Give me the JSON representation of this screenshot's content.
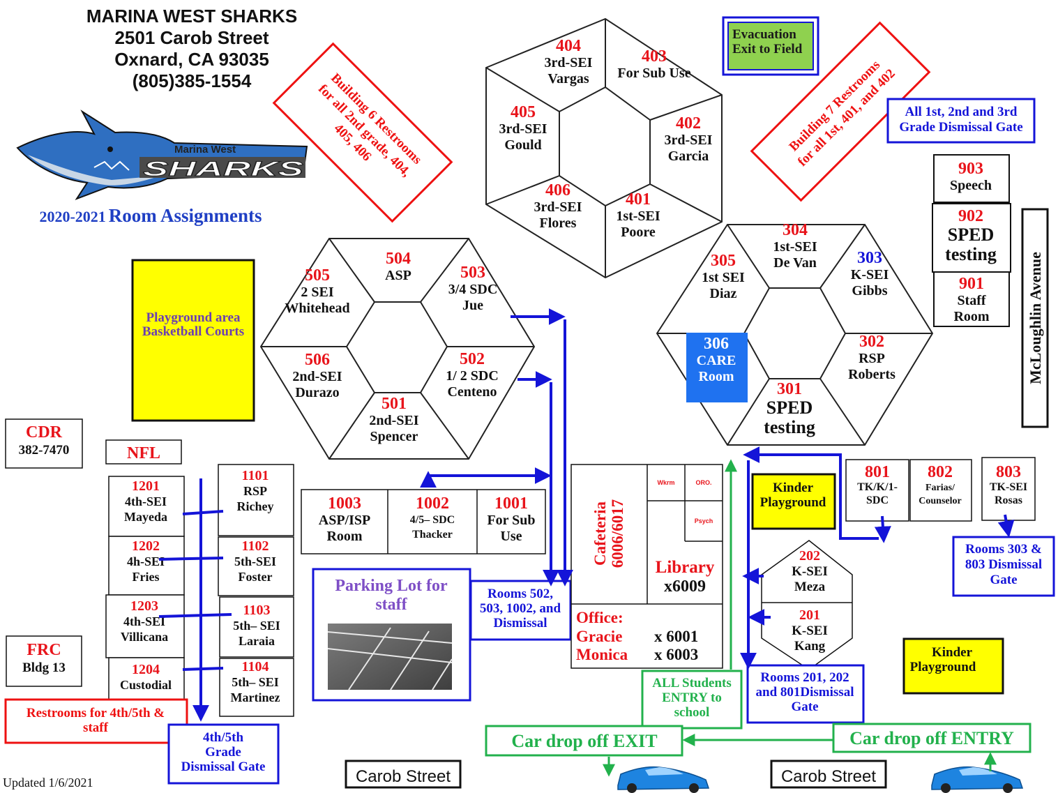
{
  "header": {
    "school": "MARINA WEST SHARKS",
    "street": "2501 Carob Street",
    "city": "Oxnard, CA  93035",
    "phone": "(805)385-1554",
    "logo_text_top": "Marina West",
    "logo_text_main": "SHARKS",
    "year": "2020-2021",
    "title": "Room  Assignments"
  },
  "updated": "Updated 1/6/2021",
  "colors": {
    "room_number": "#e8141b",
    "blue_frame": "#1414d8",
    "red_frame": "#ee1111",
    "green_frame": "#22b14c",
    "yellow": "#ffff00",
    "care_room": "#1f72f0",
    "evac": "#8fd14f"
  },
  "buildings": {
    "b4": [
      {
        "number": "404",
        "lines": [
          "3rd-SEI",
          "Vargas"
        ]
      },
      {
        "number": "403",
        "lines": [
          "For Sub Use"
        ]
      },
      {
        "number": "405",
        "lines": [
          "3rd-SEI",
          "Gould"
        ]
      },
      {
        "number": "402",
        "lines": [
          "3rd-SEI",
          "Garcia"
        ]
      },
      {
        "number": "406",
        "lines": [
          "3rd-SEI",
          "Flores"
        ]
      },
      {
        "number": "401",
        "lines": [
          "1st-SEI",
          "Poore"
        ]
      }
    ],
    "b5": [
      {
        "number": "504",
        "lines": [
          "ASP"
        ]
      },
      {
        "number": "505",
        "lines": [
          "2 SEI",
          "Whitehead"
        ]
      },
      {
        "number": "503",
        "lines": [
          "3/4 SDC",
          "Jue"
        ]
      },
      {
        "number": "506",
        "lines": [
          "2nd-SEI",
          "Durazo"
        ]
      },
      {
        "number": "502",
        "lines": [
          "1/ 2 SDC",
          "Centeno"
        ]
      },
      {
        "number": "501",
        "lines": [
          "2nd-SEI",
          "Spencer"
        ]
      }
    ],
    "b3": [
      {
        "number": "304",
        "lines": [
          "1st-SEI",
          "De Van"
        ]
      },
      {
        "number": "305",
        "lines": [
          "1st SEI",
          "Diaz"
        ]
      },
      {
        "number": "303",
        "lines": [
          "K-SEI",
          "Gibbs"
        ]
      },
      {
        "number": "306",
        "lines": [
          "CARE",
          "Room"
        ]
      },
      {
        "number": "302",
        "lines": [
          "RSP",
          "Roberts"
        ]
      },
      {
        "number": "301",
        "lines": [
          "SPED",
          "testing"
        ]
      }
    ]
  },
  "rooms_900": [
    {
      "number": "903",
      "lines": [
        "Speech"
      ]
    },
    {
      "number": "902",
      "lines": [
        "SPED",
        "testing"
      ]
    },
    {
      "number": "901",
      "lines": [
        "Staff",
        "Room"
      ]
    }
  ],
  "rooms_1000": [
    {
      "number": "1003",
      "lines": [
        "ASP/ISP",
        "Room"
      ]
    },
    {
      "number": "1002",
      "lines": [
        "4/5– SDC",
        "Thacker"
      ]
    },
    {
      "number": "1001",
      "lines": [
        "For Sub",
        "Use"
      ]
    }
  ],
  "rooms_1200": [
    {
      "number": "1201",
      "lines": [
        "4th-SEI",
        "Mayeda"
      ]
    },
    {
      "number": "1202",
      "lines": [
        "4h-SEI",
        "Fries"
      ]
    },
    {
      "number": "1203",
      "lines": [
        "4th-SEI",
        "Villicana"
      ]
    },
    {
      "number": "1204",
      "lines": [
        "Custodial"
      ]
    }
  ],
  "rooms_1100": [
    {
      "number": "1101",
      "lines": [
        "RSP",
        "Richey"
      ]
    },
    {
      "number": "1102",
      "lines": [
        "5th-SEI",
        "Foster"
      ]
    },
    {
      "number": "1103",
      "lines": [
        "5th– SEI",
        "Laraia"
      ]
    },
    {
      "number": "1104",
      "lines": [
        "5th– SEI",
        "Martinez"
      ]
    }
  ],
  "rooms_800": [
    {
      "number": "801",
      "lines": [
        "TK/K/1-",
        "SDC"
      ]
    },
    {
      "number": "802",
      "lines": [
        "Farias/",
        "Counselor"
      ]
    },
    {
      "number": "803",
      "lines": [
        "TK-SEI",
        "Rosas"
      ]
    }
  ],
  "rooms_200": [
    {
      "number": "202",
      "lines": [
        "K-SEI",
        "Meza"
      ]
    },
    {
      "number": "201",
      "lines": [
        "K-SEI",
        "Kang"
      ]
    }
  ],
  "central": {
    "cafeteria": "Cafeteria",
    "cafeteria_ext": "6006/6017",
    "small1": "Wkrm",
    "small2": "ORO.",
    "small3": "Psych",
    "library": "Library",
    "library_ext": "x6009",
    "office": "Office:",
    "name1": "Gracie",
    "ext1": "x 6001",
    "name2": "Monica",
    "ext2": "x 6003"
  },
  "labels": {
    "cdr": "CDR",
    "cdr_phone": "382-7470",
    "nfl": "NFL",
    "frc": "FRC",
    "frc_bldg": "Bldg 13",
    "playground": [
      "Playground area",
      "Basketball Courts"
    ],
    "kinder1": [
      "Kinder",
      "Playground"
    ],
    "kinder2": [
      "Kinder",
      "Playground"
    ],
    "evac": [
      "Evacuation",
      "Exit to Field"
    ],
    "restroom6": [
      "Building 6 Restrooms",
      "for  all 2nd grade, 404,",
      "405, 406"
    ],
    "restroom7": [
      "Building 7 Restrooms",
      "for all 1st, 401, and 402"
    ],
    "restroom45": [
      "Restrooms for  4th/5th &",
      "staff"
    ],
    "gate123": [
      "All 1st, 2nd and 3rd",
      "Grade Dismissal Gate"
    ],
    "gate303": [
      "Rooms 303 &",
      "803 Dismissal",
      "Gate"
    ],
    "gate45": [
      "4th/5th",
      "Grade",
      "Dismissal Gate"
    ],
    "gate502": [
      "Rooms 502,",
      "503, 1002, and",
      "Dismissal"
    ],
    "gate201": [
      "Rooms 201,  202",
      "and 801Dismissal",
      "Gate"
    ],
    "entry": [
      "ALL Students",
      "ENTRY to",
      "school"
    ],
    "parking": [
      "Parking Lot for",
      "staff"
    ],
    "exit": "Car drop off EXIT",
    "entry_car": "Car drop off ENTRY",
    "carob1": "Carob Street",
    "carob2": "Carob Street",
    "mcl": "McLoughlin Avenue"
  }
}
